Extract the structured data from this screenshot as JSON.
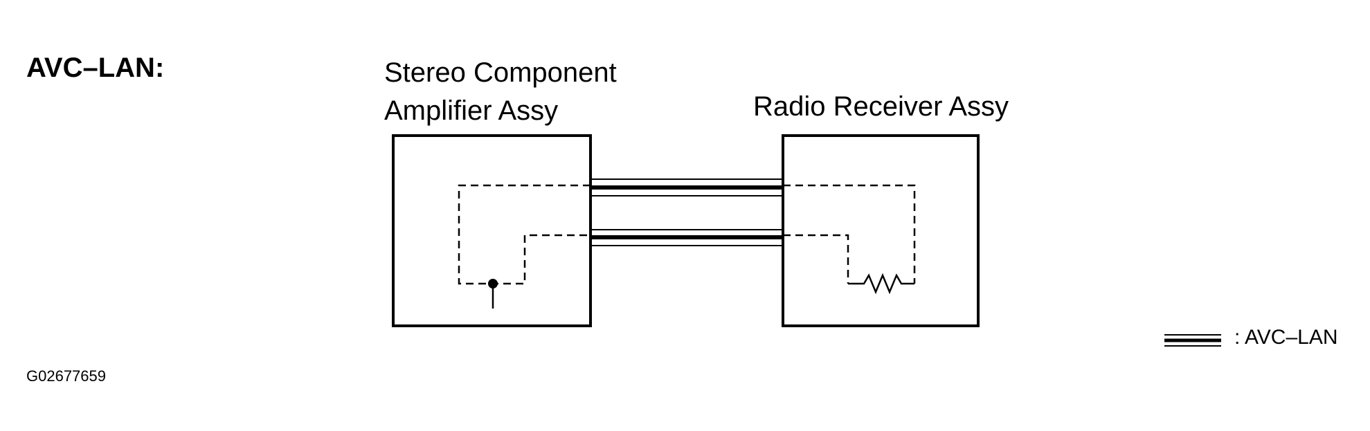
{
  "diagram": {
    "title": "AVC–LAN:",
    "component_left": {
      "label_line1": "Stereo Component",
      "label_line2": "Amplifier Assy"
    },
    "component_right": {
      "label": "Radio Receiver Assy"
    },
    "legend": {
      "label": ": AVC–LAN"
    },
    "figure_code": "G02677659",
    "colors": {
      "line": "#000000",
      "background": "#ffffff"
    }
  }
}
